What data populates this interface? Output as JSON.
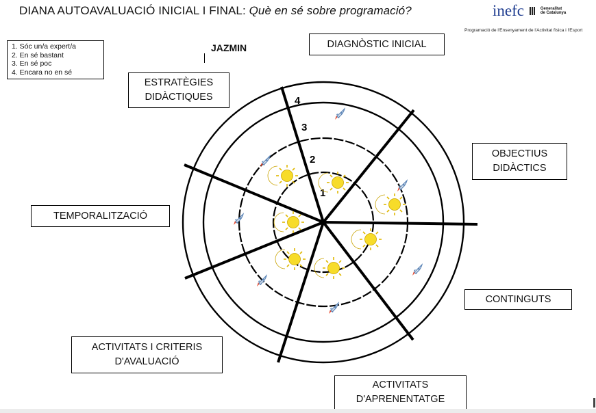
{
  "header": {
    "title_main": "DIANA AUTOAVALUACIÓ INICIAL I FINAL: ",
    "title_question": "Què en sé sobre programació?",
    "logo_text": "inefc",
    "logo_sub_1": "Generalitat",
    "logo_sub_2": "de Catalunya",
    "subline": "Programació de l'Ensenyament de l'Activitat física i l'Esport"
  },
  "legend": {
    "items": [
      "1. Sóc un/a expert/a",
      "2. En sé bastant",
      "3. En sé poc",
      "4. Encara no en sé"
    ]
  },
  "student_name": "JAZMIN",
  "categories": {
    "diagnostic": "DIAGNÒSTIC INICIAL",
    "estrategies_1": "ESTRATÈGIES",
    "estrategies_2": "DIDÀCTIQUES",
    "objectius_1": "OBJECTIUS",
    "objectius_2": "DIDÀCTICS",
    "temporalitzacio": "TEMPORALITZACIÓ",
    "continguts": "CONTINGUTS",
    "activitats_criteris_1": "ACTIVITATS I CRITERIS",
    "activitats_criteris_2": "D'AVALUACIÓ",
    "activitats_aprenentatge_1": "ACTIVITATS",
    "activitats_aprenentatge_2": "D'APRENENTATGE"
  },
  "ring_numbers": [
    "1",
    "2",
    "3",
    "4"
  ],
  "icons": {
    "initial": "rocket-icon",
    "final": "sun-moon-icon"
  },
  "colors": {
    "sun": "#f7dc2a",
    "sun_stroke": "#c9a300",
    "rocket": "#5d86b8",
    "flame": "#e8472b"
  }
}
